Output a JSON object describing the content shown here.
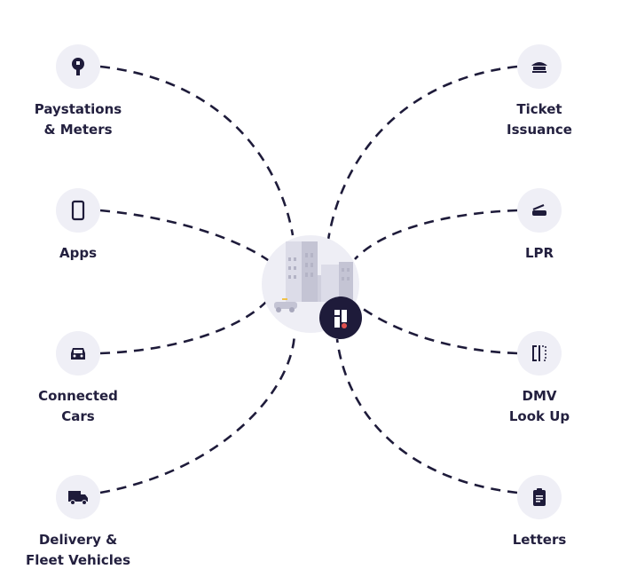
{
  "colors": {
    "ink": "#1e1b3a",
    "icon_bg": "#efeff6",
    "accent_dot": "#e0524f"
  },
  "left_nodes": [
    {
      "label": "Paystations\n& Meters",
      "icon": "parking-meter-icon"
    },
    {
      "label": "Apps",
      "icon": "smartphone-icon"
    },
    {
      "label": "Connected\nCars",
      "icon": "car-icon"
    },
    {
      "label": "Delivery &\nFleet Vehicles",
      "icon": "truck-icon"
    }
  ],
  "right_nodes": [
    {
      "label": "Ticket\nIssuance",
      "icon": "officer-cap-icon"
    },
    {
      "label": "LPR",
      "icon": "lpr-camera-icon"
    },
    {
      "label": "DMV\nLook Up",
      "icon": "dmv-lookup-icon"
    },
    {
      "label": "Letters",
      "icon": "clipboard-icon"
    }
  ]
}
